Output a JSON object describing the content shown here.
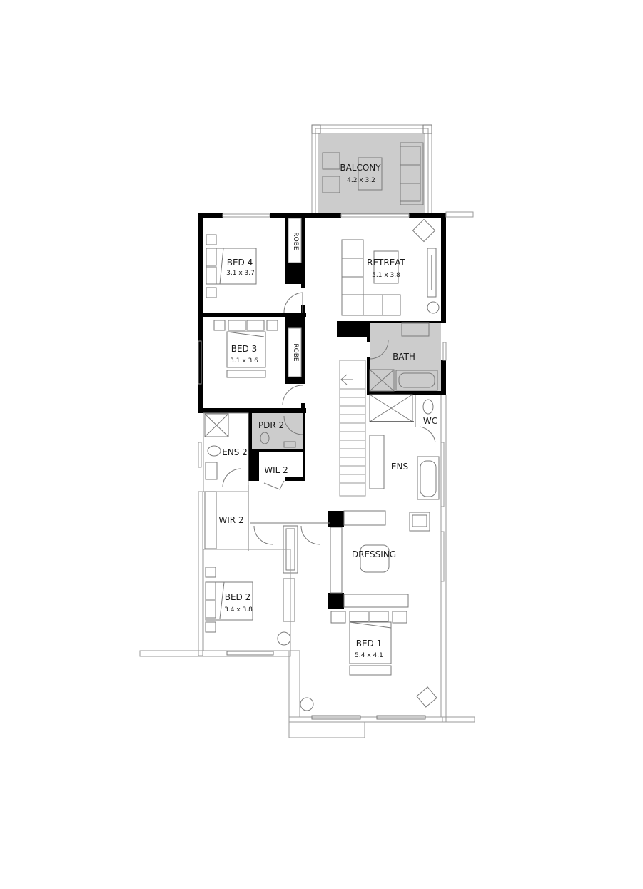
{
  "plan": {
    "wall_color": "#000000",
    "wet_area_color": "#cccccc",
    "line_color": "#9a9a9a",
    "rooms": [
      {
        "id": "balcony",
        "name": "BALCONY",
        "size": "4.2 x 3.2"
      },
      {
        "id": "bed4",
        "name": "BED 4",
        "size": "3.1 x 3.7"
      },
      {
        "id": "robe4",
        "name": "ROBE"
      },
      {
        "id": "retreat",
        "name": "RETREAT",
        "size": "5.1 x 3.8"
      },
      {
        "id": "bed3",
        "name": "BED 3",
        "size": "3.1 x 3.6"
      },
      {
        "id": "robe3",
        "name": "ROBE"
      },
      {
        "id": "bath",
        "name": "BATH"
      },
      {
        "id": "pdr2",
        "name": "PDR 2"
      },
      {
        "id": "wc",
        "name": "WC"
      },
      {
        "id": "ens2",
        "name": "ENS 2"
      },
      {
        "id": "wil2",
        "name": "WIL 2"
      },
      {
        "id": "ens",
        "name": "ENS"
      },
      {
        "id": "wir2",
        "name": "WIR 2"
      },
      {
        "id": "dressing",
        "name": "DRESSING"
      },
      {
        "id": "bed2",
        "name": "BED 2",
        "size": "3.4 x 3.8"
      },
      {
        "id": "bed1",
        "name": "BED 1",
        "size": "5.4 x 4.1"
      }
    ]
  }
}
